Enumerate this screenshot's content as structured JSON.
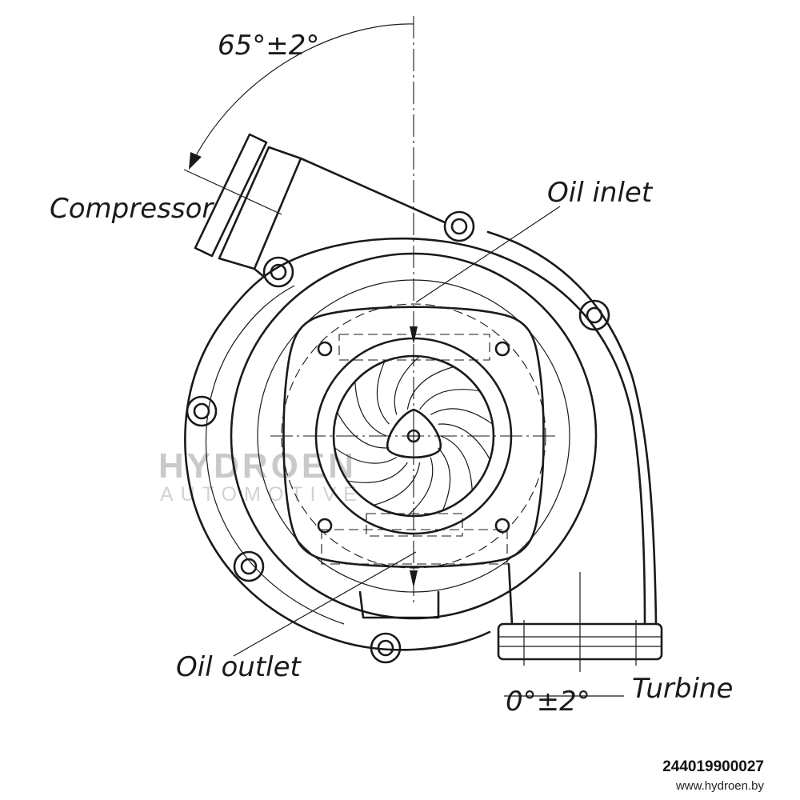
{
  "labels": {
    "compressor_angle": "65°±2°",
    "compressor": "Compressor",
    "oil_inlet": "Oil inlet",
    "oil_outlet": "Oil outlet",
    "turbine_angle": "0°±2°",
    "turbine": "Turbine"
  },
  "watermark": {
    "line1": "HYDROEN",
    "line2": "AUTOMOTIVE"
  },
  "footer": {
    "part_number": "244019900027",
    "website": "www.hydroen.by"
  }
}
